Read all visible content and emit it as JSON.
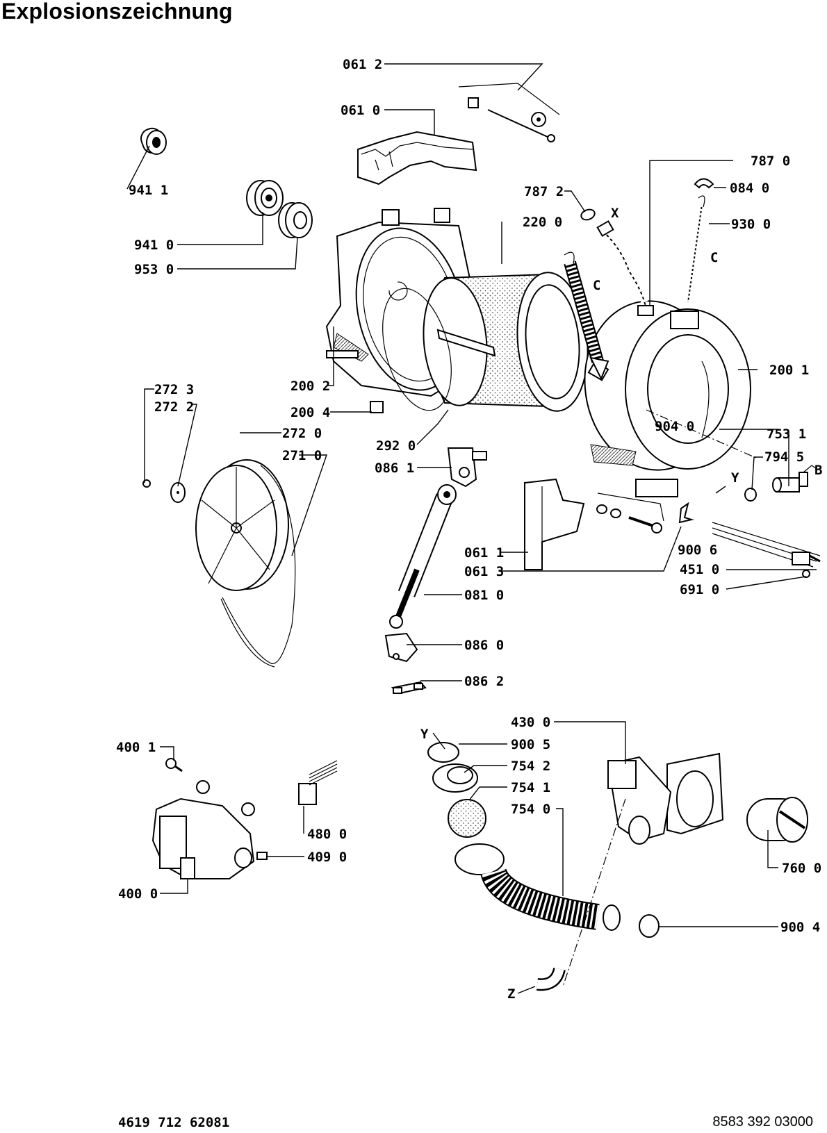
{
  "title": "Explosionszeichnung",
  "labels": {
    "l0612": "061 2",
    "l0610": "061 0",
    "l9411": "941 1",
    "l9410": "941 0",
    "l9530": "953 0",
    "l7870": "787 0",
    "l7872": "787 2",
    "lX1": "X",
    "l0840": "084 0",
    "l2200": "220 0",
    "l9300": "930 0",
    "lC1": "C",
    "lC2": "C",
    "l2001": "200 1",
    "l2002": "200 2",
    "l2004": "200 4",
    "l2723": "272 3",
    "l2722": "272 2",
    "l2720": "272 0",
    "l2710": "271 0",
    "l2920": "292 0",
    "l0861": "086 1",
    "l9040": "904 0",
    "l7531": "753 1",
    "l7945": "794 5",
    "lB": "B",
    "lY1": "Y",
    "l0611": "061 1",
    "l9006": "900 6",
    "l0613": "061 3",
    "l4510": "451 0",
    "l6910": "691 0",
    "l0810": "081 0",
    "l0860": "086 0",
    "l0862": "086 2",
    "l4300": "430 0",
    "lY2": "Y",
    "l9005": "900 5",
    "l7542": "754 2",
    "l7541": "754 1",
    "l7540": "754 0",
    "l4001": "400 1",
    "l4800": "480 0",
    "l4090": "409 0",
    "l4000": "400 0",
    "l7600": "760 0",
    "l9004": "900 4",
    "lZ": "Z"
  },
  "footer": {
    "left": "4619 712 62081",
    "right": "8583 392 03000"
  }
}
